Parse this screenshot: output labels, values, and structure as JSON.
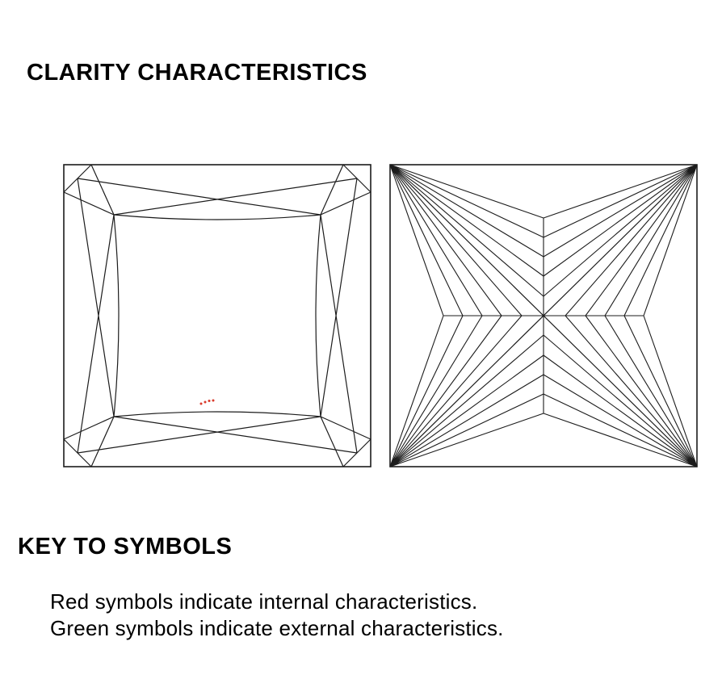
{
  "page": {
    "title": "CLARITY CHARACTERISTICS"
  },
  "key": {
    "heading": "KEY TO SYMBOLS",
    "line1": "Red symbols indicate internal characteristics.",
    "line2": "Green symbols indicate external characteristics."
  },
  "plots": {
    "line_color": "#1c1c1c",
    "symbols": [
      {
        "view": "crown",
        "type": "pinpoints",
        "color": "#d93a2b",
        "count": 4
      }
    ]
  }
}
